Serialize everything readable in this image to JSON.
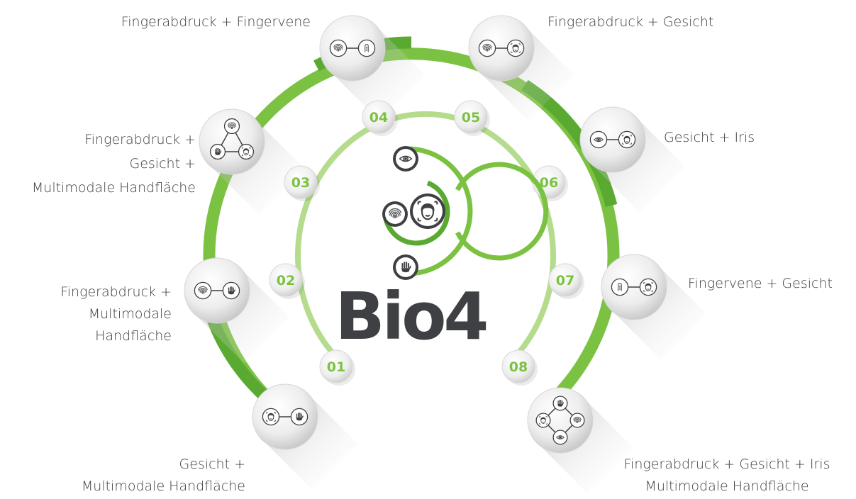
{
  "brand": {
    "logo_text": "Bio4",
    "accent_dark": "#5aaa32",
    "accent_mid": "#7cc242",
    "accent_light": "#b4dc8c",
    "text_dark": "#3f4043"
  },
  "modes": [
    {
      "number": "01",
      "label": [
        "Gesicht +",
        "Multimodale Handfläche"
      ],
      "icons": [
        "face-icon",
        "palm-icon"
      ]
    },
    {
      "number": "02",
      "label": [
        "Fingerabdruck +",
        "Multimodale",
        "Handfläche"
      ],
      "icons": [
        "fingerprint-icon",
        "palm-icon"
      ]
    },
    {
      "number": "03",
      "label": [
        "Fingerabdruck +",
        "Gesicht +",
        "Multimodale Handfläche"
      ],
      "icons": [
        "fingerprint-icon",
        "palm-icon",
        "face-icon"
      ]
    },
    {
      "number": "04",
      "label": [
        "Fingerabdruck + Fingervene"
      ],
      "icons": [
        "fingerprint-icon",
        "finger-vein-icon"
      ]
    },
    {
      "number": "05",
      "label": [
        "Fingerabdruck + Gesicht"
      ],
      "icons": [
        "fingerprint-icon",
        "face-icon"
      ]
    },
    {
      "number": "06",
      "label": [
        "Gesicht + Iris"
      ],
      "icons": [
        "eye-icon",
        "face-icon"
      ]
    },
    {
      "number": "07",
      "label": [
        "Fingervene + Gesicht"
      ],
      "icons": [
        "finger-vein-icon",
        "face-icon"
      ]
    },
    {
      "number": "08",
      "label": [
        "Fingerabdruck + Gesicht + Iris",
        "Multimodale Handfläche"
      ],
      "icons": [
        "palm-icon",
        "face-icon",
        "fingerprint-icon",
        "eye-icon"
      ]
    }
  ]
}
